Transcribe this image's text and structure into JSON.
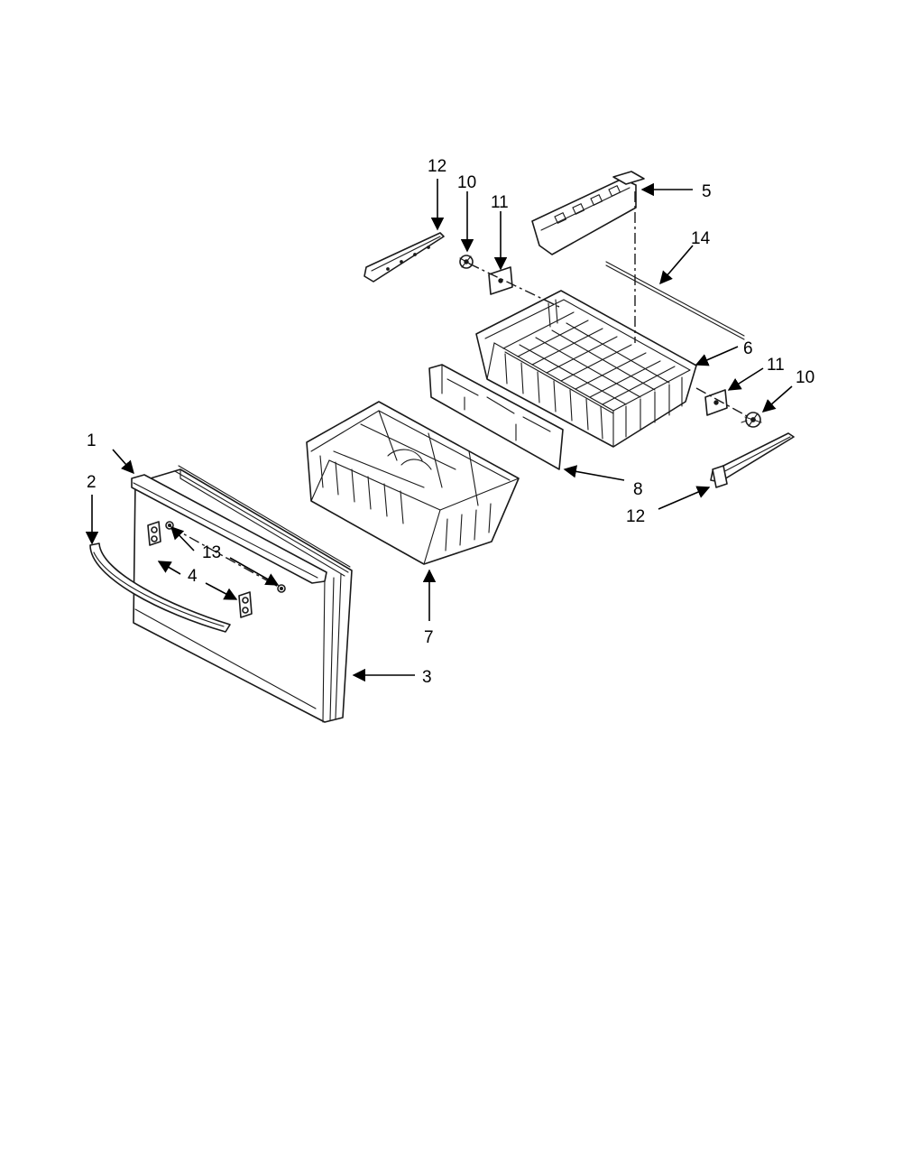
{
  "callouts": [
    {
      "id": "c1",
      "text": "1"
    },
    {
      "id": "c2",
      "text": "2"
    },
    {
      "id": "c13",
      "text": "13"
    },
    {
      "id": "c4",
      "text": "4"
    },
    {
      "id": "c3",
      "text": "3"
    },
    {
      "id": "c7",
      "text": "7"
    },
    {
      "id": "c8",
      "text": "8"
    },
    {
      "id": "c12a",
      "text": "12"
    },
    {
      "id": "c10a",
      "text": "10"
    },
    {
      "id": "c11a",
      "text": "11"
    },
    {
      "id": "c5",
      "text": "5"
    },
    {
      "id": "c14",
      "text": "14"
    },
    {
      "id": "c6",
      "text": "6"
    },
    {
      "id": "c11b",
      "text": "11"
    },
    {
      "id": "c10b",
      "text": "10"
    },
    {
      "id": "c12b",
      "text": "12"
    }
  ]
}
